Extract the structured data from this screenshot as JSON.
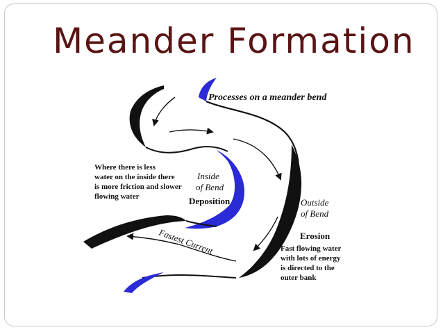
{
  "slide": {
    "title": "Meander Formation"
  },
  "diagram": {
    "heading": "Processes on a meander bend",
    "left_note": [
      "Where there is less",
      "water on the inside there",
      "is more friction and slower",
      "flowing water"
    ],
    "inside_label": [
      "Inside",
      "of Bend"
    ],
    "deposition_label": "Deposition",
    "outside_label": [
      "Outside",
      "of Bend"
    ],
    "erosion_label": "Erosion",
    "erosion_note": [
      "Fast flowing water",
      "with lots of energy",
      "is directed to the",
      "outer bank"
    ],
    "current_label": "Fastest Current",
    "colors": {
      "title": "#5a1414",
      "bank_black": "#111111",
      "bank_blue": "#2a2ad6"
    }
  }
}
